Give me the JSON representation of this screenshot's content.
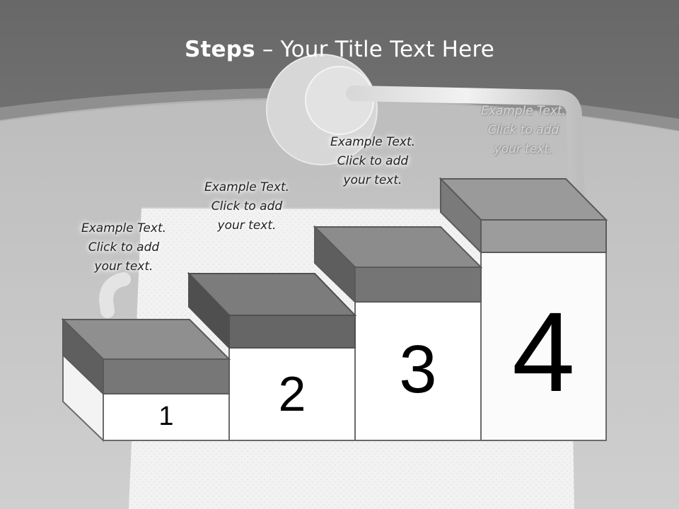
{
  "title": {
    "bold": "Steps",
    "rest": " – Your Title Text Here"
  },
  "steps": [
    {
      "number": "1",
      "text": [
        "Example Text.",
        "Click  to add",
        "your text."
      ]
    },
    {
      "number": "2",
      "text": [
        "Example Text.",
        "Click  to add",
        "your text."
      ]
    },
    {
      "number": "3",
      "text": [
        "Example Text.",
        "Click  to add",
        "your text."
      ]
    },
    {
      "number": "4",
      "text": [
        "Example Text.",
        "Click  to add",
        "your text."
      ]
    }
  ],
  "colors": {
    "background_top": "#6e6e6e",
    "background_bottom": "#cccccc",
    "block_front": "#7a7a7a",
    "block_top": "#8f8f8f",
    "block_side": "#5d5d5d",
    "step_face": "#ffffff",
    "title_text": "#ffffff"
  }
}
